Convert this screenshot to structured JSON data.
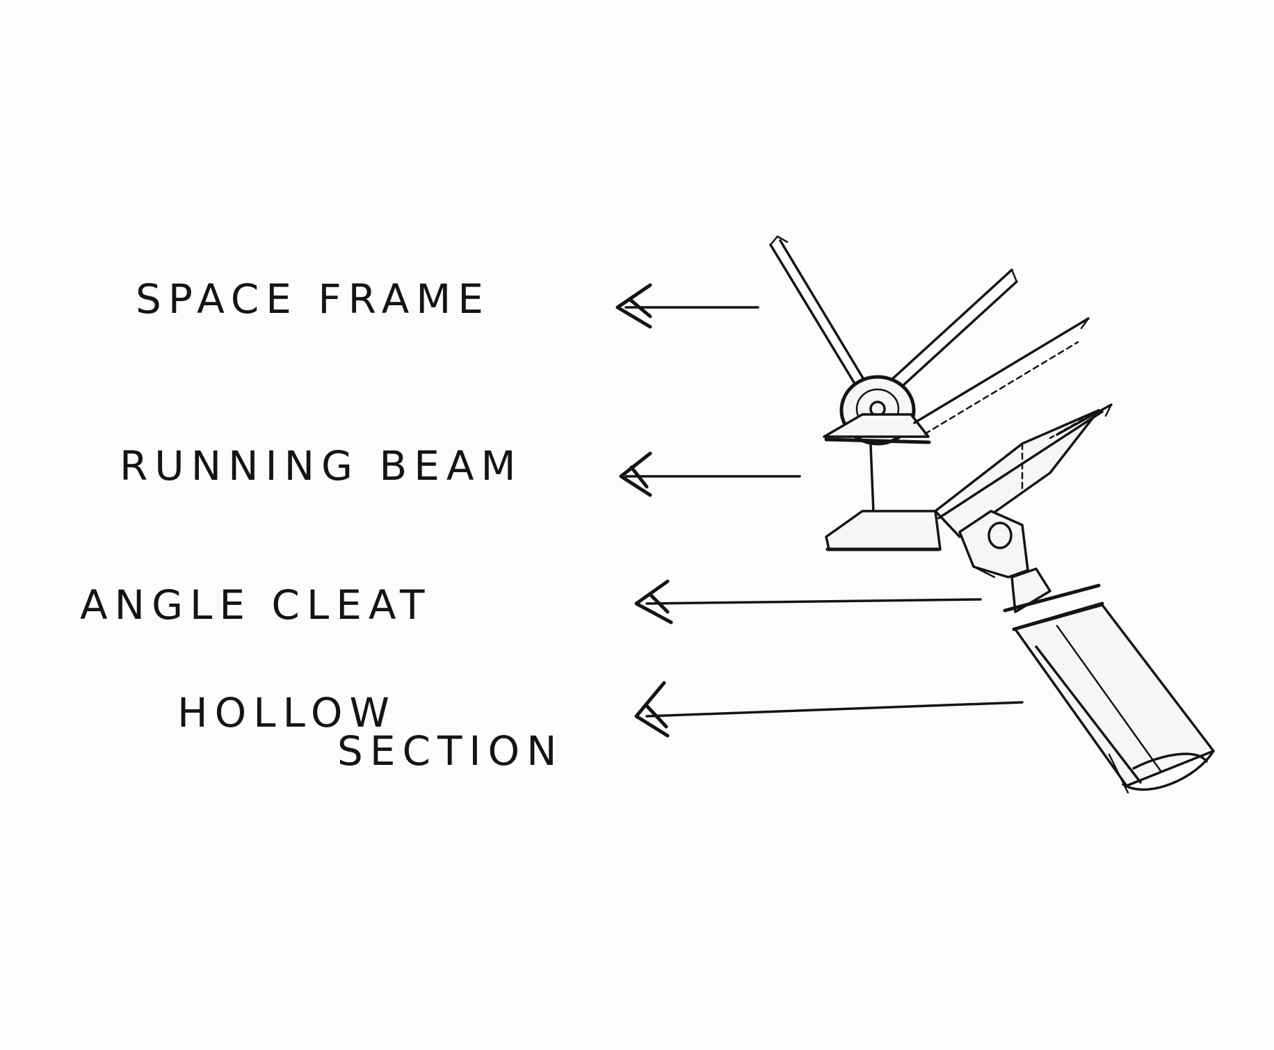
{
  "labels": {
    "space_frame": "SPACE FRAME",
    "running_beam": "RUNNING BEAM",
    "angle_cleat": "ANGLE CLEAT",
    "hollow_line1": "HOLLOW",
    "hollow_line2": "SECTION"
  },
  "colors": {
    "ink": "#141414",
    "paper": "#fcfcfb"
  }
}
